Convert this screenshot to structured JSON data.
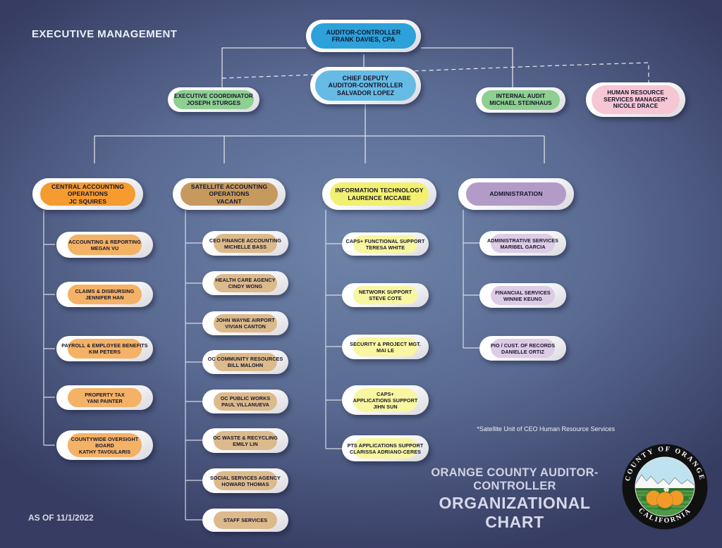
{
  "header": {
    "section_label": "EXECUTIVE MANAGEMENT"
  },
  "footer": {
    "as_of": "AS OF 11/1/2022",
    "footnote": "*Satellite Unit of CEO Human Resource Services",
    "title_line1": "ORANGE COUNTY AUDITOR-CONTROLLER",
    "title_line2": "ORGANIZATIONAL CHART"
  },
  "seal": {
    "top": "COUNTY OF ORANGE",
    "bottom": "CALIFORNIA"
  },
  "org": {
    "root": {
      "title": "AUDITOR-CONTROLLER",
      "name": "FRANK DAVIES, CPA"
    },
    "deputy": {
      "title": "CHIEF DEPUTY\nAUDITOR-CONTROLLER",
      "name": "SALVADOR LOPEZ"
    },
    "executive_coordinator": {
      "title": "EXECUTIVE COORDINATOR",
      "name": "JOSEPH STURGES"
    },
    "internal_audit": {
      "title": "INTERNAL AUDIT",
      "name": "MICHAEL STEINHAUS"
    },
    "hr_manager": {
      "title": "HUMAN RESOURCE\nSERVICES MANAGER*",
      "name": "NICOLE DRACE"
    },
    "departments": [
      {
        "id": "central-accounting",
        "title": "CENTRAL ACCOUNTING\nOPERATIONS",
        "name": "JC SQUIRES",
        "units": [
          {
            "title": "ACCOUNTING & REPORTING",
            "name": "MEGAN VU"
          },
          {
            "title": "CLAIMS & DISBURSING",
            "name": "JENNIFER HAN"
          },
          {
            "title": "PAYROLL & EMPLOYEE BENEFITS",
            "name": "KIM PETERS"
          },
          {
            "title": "PROPERTY TAX",
            "name": "YANI PAINTER"
          },
          {
            "title": "COUNTYWIDE OVERSIGHT\nBOARD",
            "name": "KATHY TAVOULARIS"
          }
        ]
      },
      {
        "id": "satellite-accounting",
        "title": "SATELLITE ACCOUNTING\nOPERATIONS",
        "name": "VACANT",
        "units": [
          {
            "title": "CEO FINANCE ACCOUNTING",
            "name": "MICHELLE BASS"
          },
          {
            "title": "HEALTH CARE AGENCY",
            "name": "CINDY WONG"
          },
          {
            "title": "JOHN WAYNE AIRPORT",
            "name": "VIVIAN CANTON"
          },
          {
            "title": "OC COMMUNITY RESOURCES",
            "name": "BILL MALOHN"
          },
          {
            "title": "OC PUBLIC WORKS",
            "name": "PAUL VILLANUEVA"
          },
          {
            "title": "OC WASTE & RECYCLING",
            "name": "EMILY LIN"
          },
          {
            "title": "SOCIAL SERVICES AGENCY",
            "name": "HOWARD THOMAS"
          },
          {
            "title": "STAFF SERVICES",
            "name": ""
          }
        ]
      },
      {
        "id": "information-technology",
        "title": "INFORMATION TECHNOLOGY",
        "name": "LAURENCE MCCABE",
        "units": [
          {
            "title": "CAPS+ FUNCTIONAL SUPPORT",
            "name": "TERESA WHITE"
          },
          {
            "title": "NETWORK SUPPORT",
            "name": "STEVE COTE"
          },
          {
            "title": "SECURITY & PROJECT MGT.",
            "name": "MAI LE"
          },
          {
            "title": "CAPS+\nAPPLICATIONS SUPPORT",
            "name": "JIHN SUN"
          },
          {
            "title": "PTS APPLICATIONS SUPPORT",
            "name": "CLARISSA ADRIANO-CERES"
          }
        ]
      },
      {
        "id": "administration",
        "title": "ADMINISTRATION",
        "name": "",
        "units": [
          {
            "title": "ADMINISTRATIVE SERVICES",
            "name": "MARIBEL GARCIA"
          },
          {
            "title": "FINANCIAL SERVICES",
            "name": "WINNIE KEUNG"
          },
          {
            "title": "PIO / CUST. OF RECORDS",
            "name": "DANIELLE ORTIZ"
          }
        ]
      }
    ]
  },
  "colors": {
    "background_center": "#6f85aa",
    "background_edge": "#363c62",
    "connector_line": "#e4e7f0",
    "executive_blue": "#2da1da",
    "deputy_blue": "#66bbe4",
    "coordinator_green": "#8ecf92",
    "hr_pink": "#f6c6d4",
    "central_orange": "#f59b30",
    "central_orange_light": "#f4b266",
    "satellite_tan": "#c69a5f",
    "satellite_tan_light": "#dcba8c",
    "it_yellow": "#f2f070",
    "it_yellow_light": "#f8f6a0",
    "admin_purple": "#b29cc7",
    "admin_purple_light": "#dccce5",
    "seal_orange": "#f09b28",
    "seal_field_green": "#4e9a46"
  }
}
